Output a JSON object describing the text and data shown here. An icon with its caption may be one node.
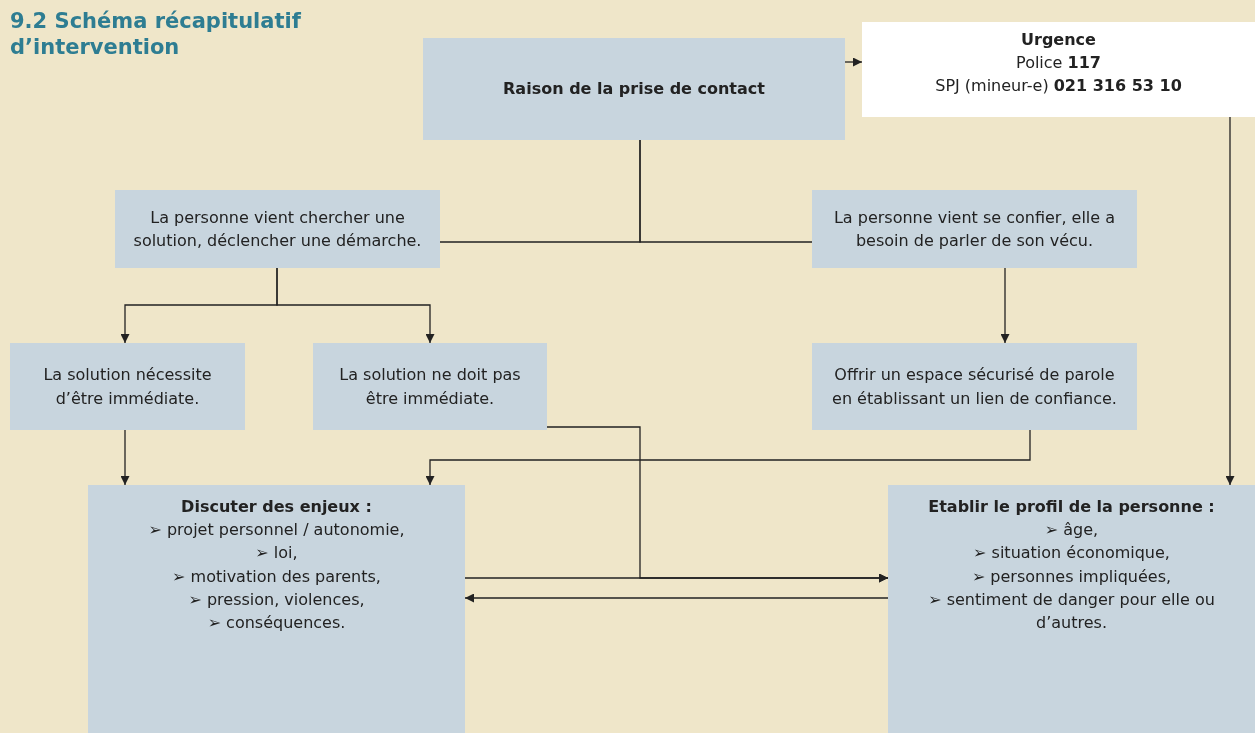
{
  "diagram": {
    "title": "9.2 Schéma récapitulatif d’intervention",
    "nodes": [
      {
        "text": [
          "Raison de la prise de contact"
        ]
      },
      {
        "text": [
          "Urgence",
          "Police **117**",
          "SPJ (mineur-e) **021 316 53 10**"
        ]
      },
      {
        "text": [
          "La personne vient chercher une solution, déclencher une démarche."
        ]
      },
      {
        "text": [
          "La personne vient se confier, elle a besoin de parler de son vécu."
        ]
      },
      {
        "text": [
          "La solution nécessite d’être immédiate."
        ]
      },
      {
        "text": [
          "La solution ne doit pas être immédiate."
        ]
      },
      {
        "text": [
          "Offrir un espace sécurisé de parole en établissant un lien de confiance."
        ]
      },
      {
        "text": [
          "Discuter des enjeux :",
          "➢ projet personnel / autonomie,",
          "➢ loi,",
          "➢ motivation des parents,",
          "➢ pression, violences,",
          "➢ conséquences."
        ]
      },
      {
        "text": [
          "Etablir le profil de la personne :",
          "➢ âge,",
          "➢ situation économique,",
          "➢ personnes impliquées,",
          "➢ sentiment de danger pour elle ou d’autres."
        ]
      }
    ],
    "edges": [
      {
        "from": 0,
        "to": 1,
        "arrow": "to"
      },
      {
        "from": 0,
        "to": 2,
        "arrow": "none"
      },
      {
        "from": 0,
        "to": 3,
        "arrow": "none"
      },
      {
        "from": 2,
        "to": 4,
        "arrow": "to"
      },
      {
        "from": 2,
        "to": 5,
        "arrow": "to"
      },
      {
        "from": 3,
        "to": 6,
        "arrow": "to"
      },
      {
        "from": 4,
        "to": 7,
        "arrow": "to"
      },
      {
        "from": 6,
        "to": 7,
        "arrow": "to"
      },
      {
        "from": 5,
        "to": 8,
        "arrow": "to"
      },
      {
        "from": 1,
        "to": 8,
        "arrow": "to"
      },
      {
        "from": 7,
        "to": 8,
        "arrow": "to"
      },
      {
        "from": 8,
        "to": 7,
        "arrow": "to"
      }
    ]
  }
}
